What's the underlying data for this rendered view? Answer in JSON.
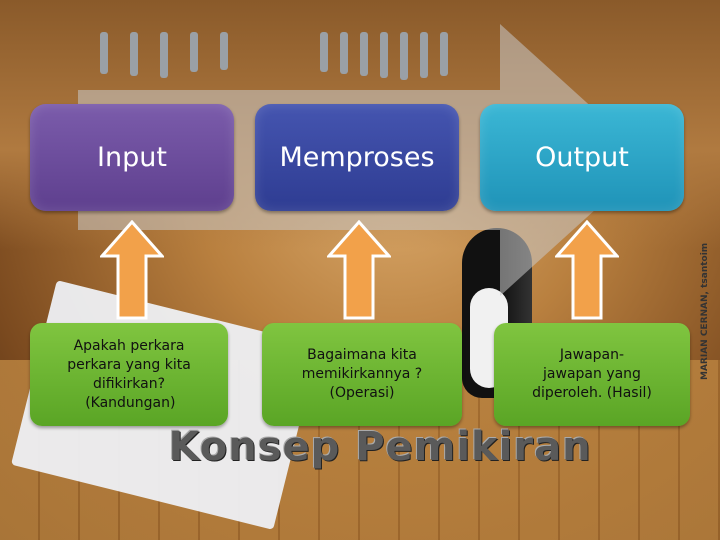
{
  "process": {
    "steps": [
      {
        "label": "Input",
        "description_lines": [
          "Apakah perkara",
          "perkara yang kita",
          "difikirkan?",
          "(Kandungan)"
        ]
      },
      {
        "label": "Memproses",
        "description_lines": [
          "Bagaimana kita",
          "memikirkannya ?",
          "(Operasi)"
        ]
      },
      {
        "label": "Output",
        "description_lines": [
          "Jawapan-",
          "jawapan yang",
          "diperoleh. (Hasil)"
        ]
      }
    ]
  },
  "title": "Konsep Pemikiran",
  "credit": "MARIAN CERNAN, tsantoim",
  "colors": {
    "input_box": "#6a4c9c",
    "process_box": "#3847a3",
    "output_box": "#2aa6c9",
    "description_box": "#6db534",
    "arrow": "#f2a14a"
  }
}
